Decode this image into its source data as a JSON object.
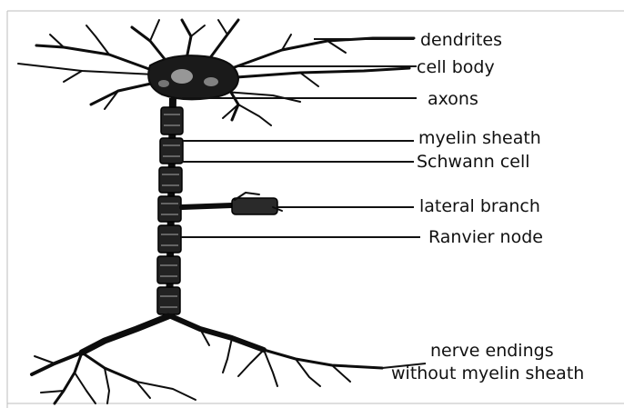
{
  "labels": {
    "dendrites": "dendrites",
    "cell_body": "cell body",
    "axons": "axons",
    "myelin_sheath": "myelin sheath",
    "schwann_cell": "Schwann cell",
    "lateral_branch": "lateral branch",
    "ranvier_node": "Ranvier node",
    "nerve_endings_line1": "nerve endings",
    "nerve_endings_line2": "without myelin sheath"
  }
}
